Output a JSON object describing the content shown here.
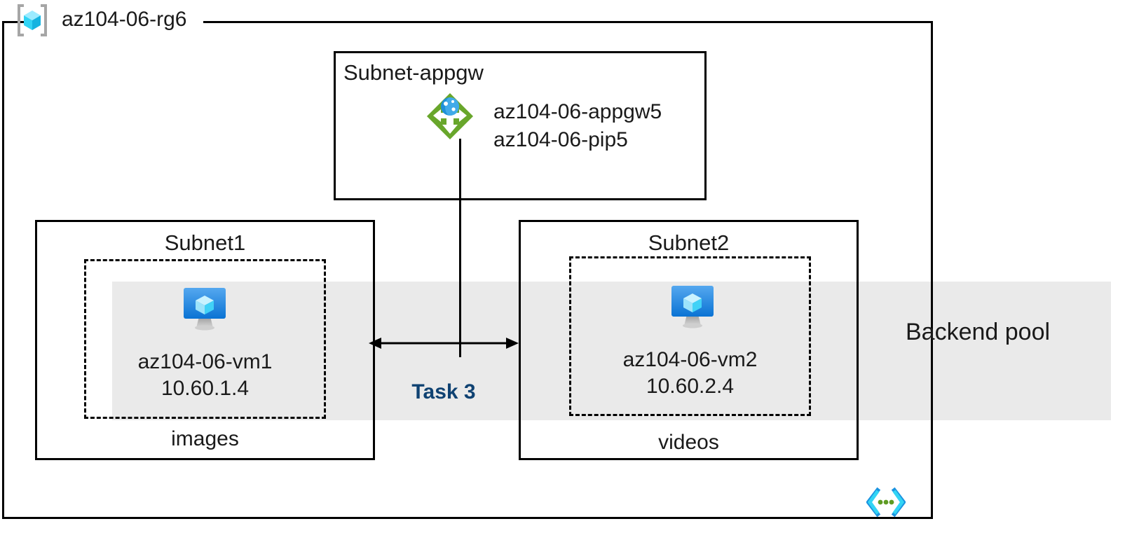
{
  "diagram": {
    "resource_group": {
      "name": "az104-06-rg6",
      "icon": "resource-group-cube-icon"
    },
    "backend_pool": {
      "label": "Backend pool",
      "band_color": "#eaeaea"
    },
    "subnet_appgw": {
      "title": "Subnet-appgw",
      "icon": "application-gateway-icon",
      "resources": {
        "gateway_name": "az104-06-appgw5",
        "public_ip_name": "az104-06-pip5"
      }
    },
    "subnet1": {
      "title": "Subnet1",
      "nic_label": "images",
      "vm": {
        "icon": "virtual-machine-icon",
        "name": "az104-06-vm1",
        "ip": "10.60.1.4"
      }
    },
    "subnet2": {
      "title": "Subnet2",
      "nic_label": "videos",
      "vm": {
        "icon": "virtual-machine-icon",
        "name": "az104-06-vm2",
        "ip": "10.60.2.4"
      }
    },
    "annotation": {
      "task_label": "Task 3",
      "task_color": "#0f4272"
    },
    "footer_icon": "code-brackets-icon",
    "colors": {
      "appgw_green": "#68a62b",
      "appgw_globe_blue": "#1e90d8",
      "vm_blue": "#2b88d8",
      "rg_cube_cyan": "#32d4f5",
      "code_icon_cyan": "#32d4f5",
      "code_icon_blue": "#1b93e0",
      "code_icon_green": "#5e9b22"
    }
  }
}
